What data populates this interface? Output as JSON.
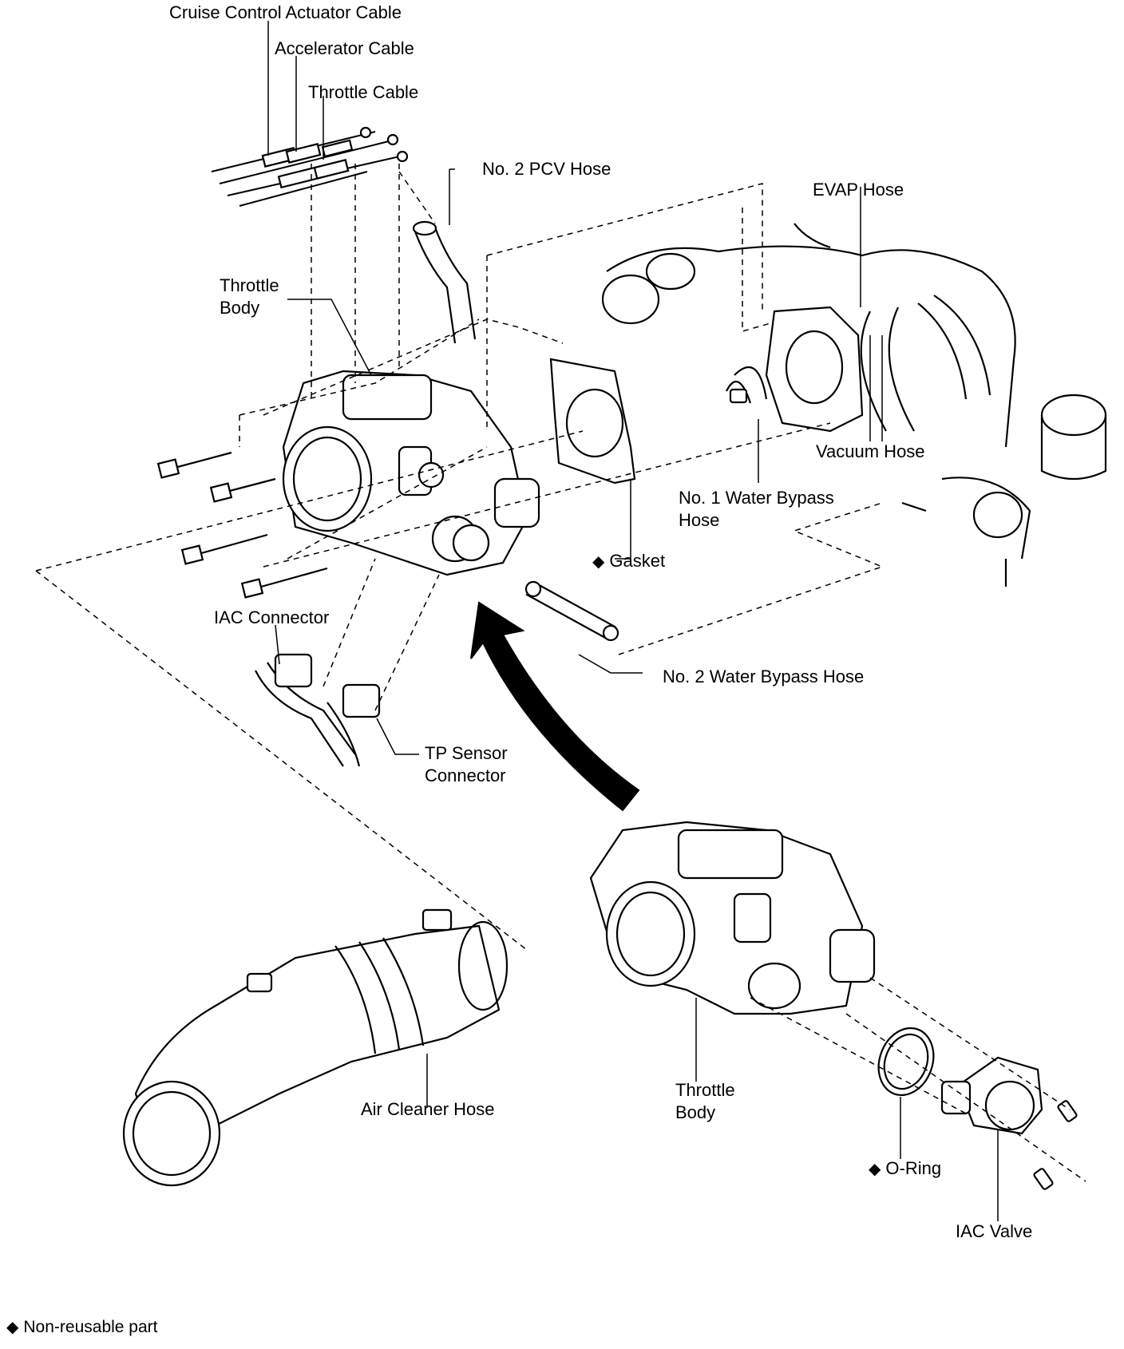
{
  "symbols": {
    "non_reusable_marker": "◆"
  },
  "labels": {
    "cruise_control_actuator_cable": "Cruise Control Actuator Cable",
    "accelerator_cable": "Accelerator Cable",
    "throttle_cable": "Throttle Cable",
    "no2_pcv_hose": "No. 2 PCV Hose",
    "evap_hose": "EVAP Hose",
    "throttle_body_upper_line1": "Throttle",
    "throttle_body_upper_line2": "Body",
    "vacuum_hose": "Vacuum Hose",
    "no1_water_bypass_hose_line1": "No. 1 Water Bypass",
    "no1_water_bypass_hose_line2": "Hose",
    "gasket": "Gasket",
    "iac_connector": "IAC Connector",
    "no2_water_bypass_hose": "No. 2 Water Bypass Hose",
    "tp_sensor_connector_line1": "TP Sensor",
    "tp_sensor_connector_line2": "Connector",
    "air_cleaner_hose": "Air Cleaner Hose",
    "throttle_body_lower_line1": "Throttle",
    "throttle_body_lower_line2": "Body",
    "o_ring": "O-Ring",
    "iac_valve": "IAC Valve"
  },
  "legend": {
    "text": "Non-reusable part"
  }
}
